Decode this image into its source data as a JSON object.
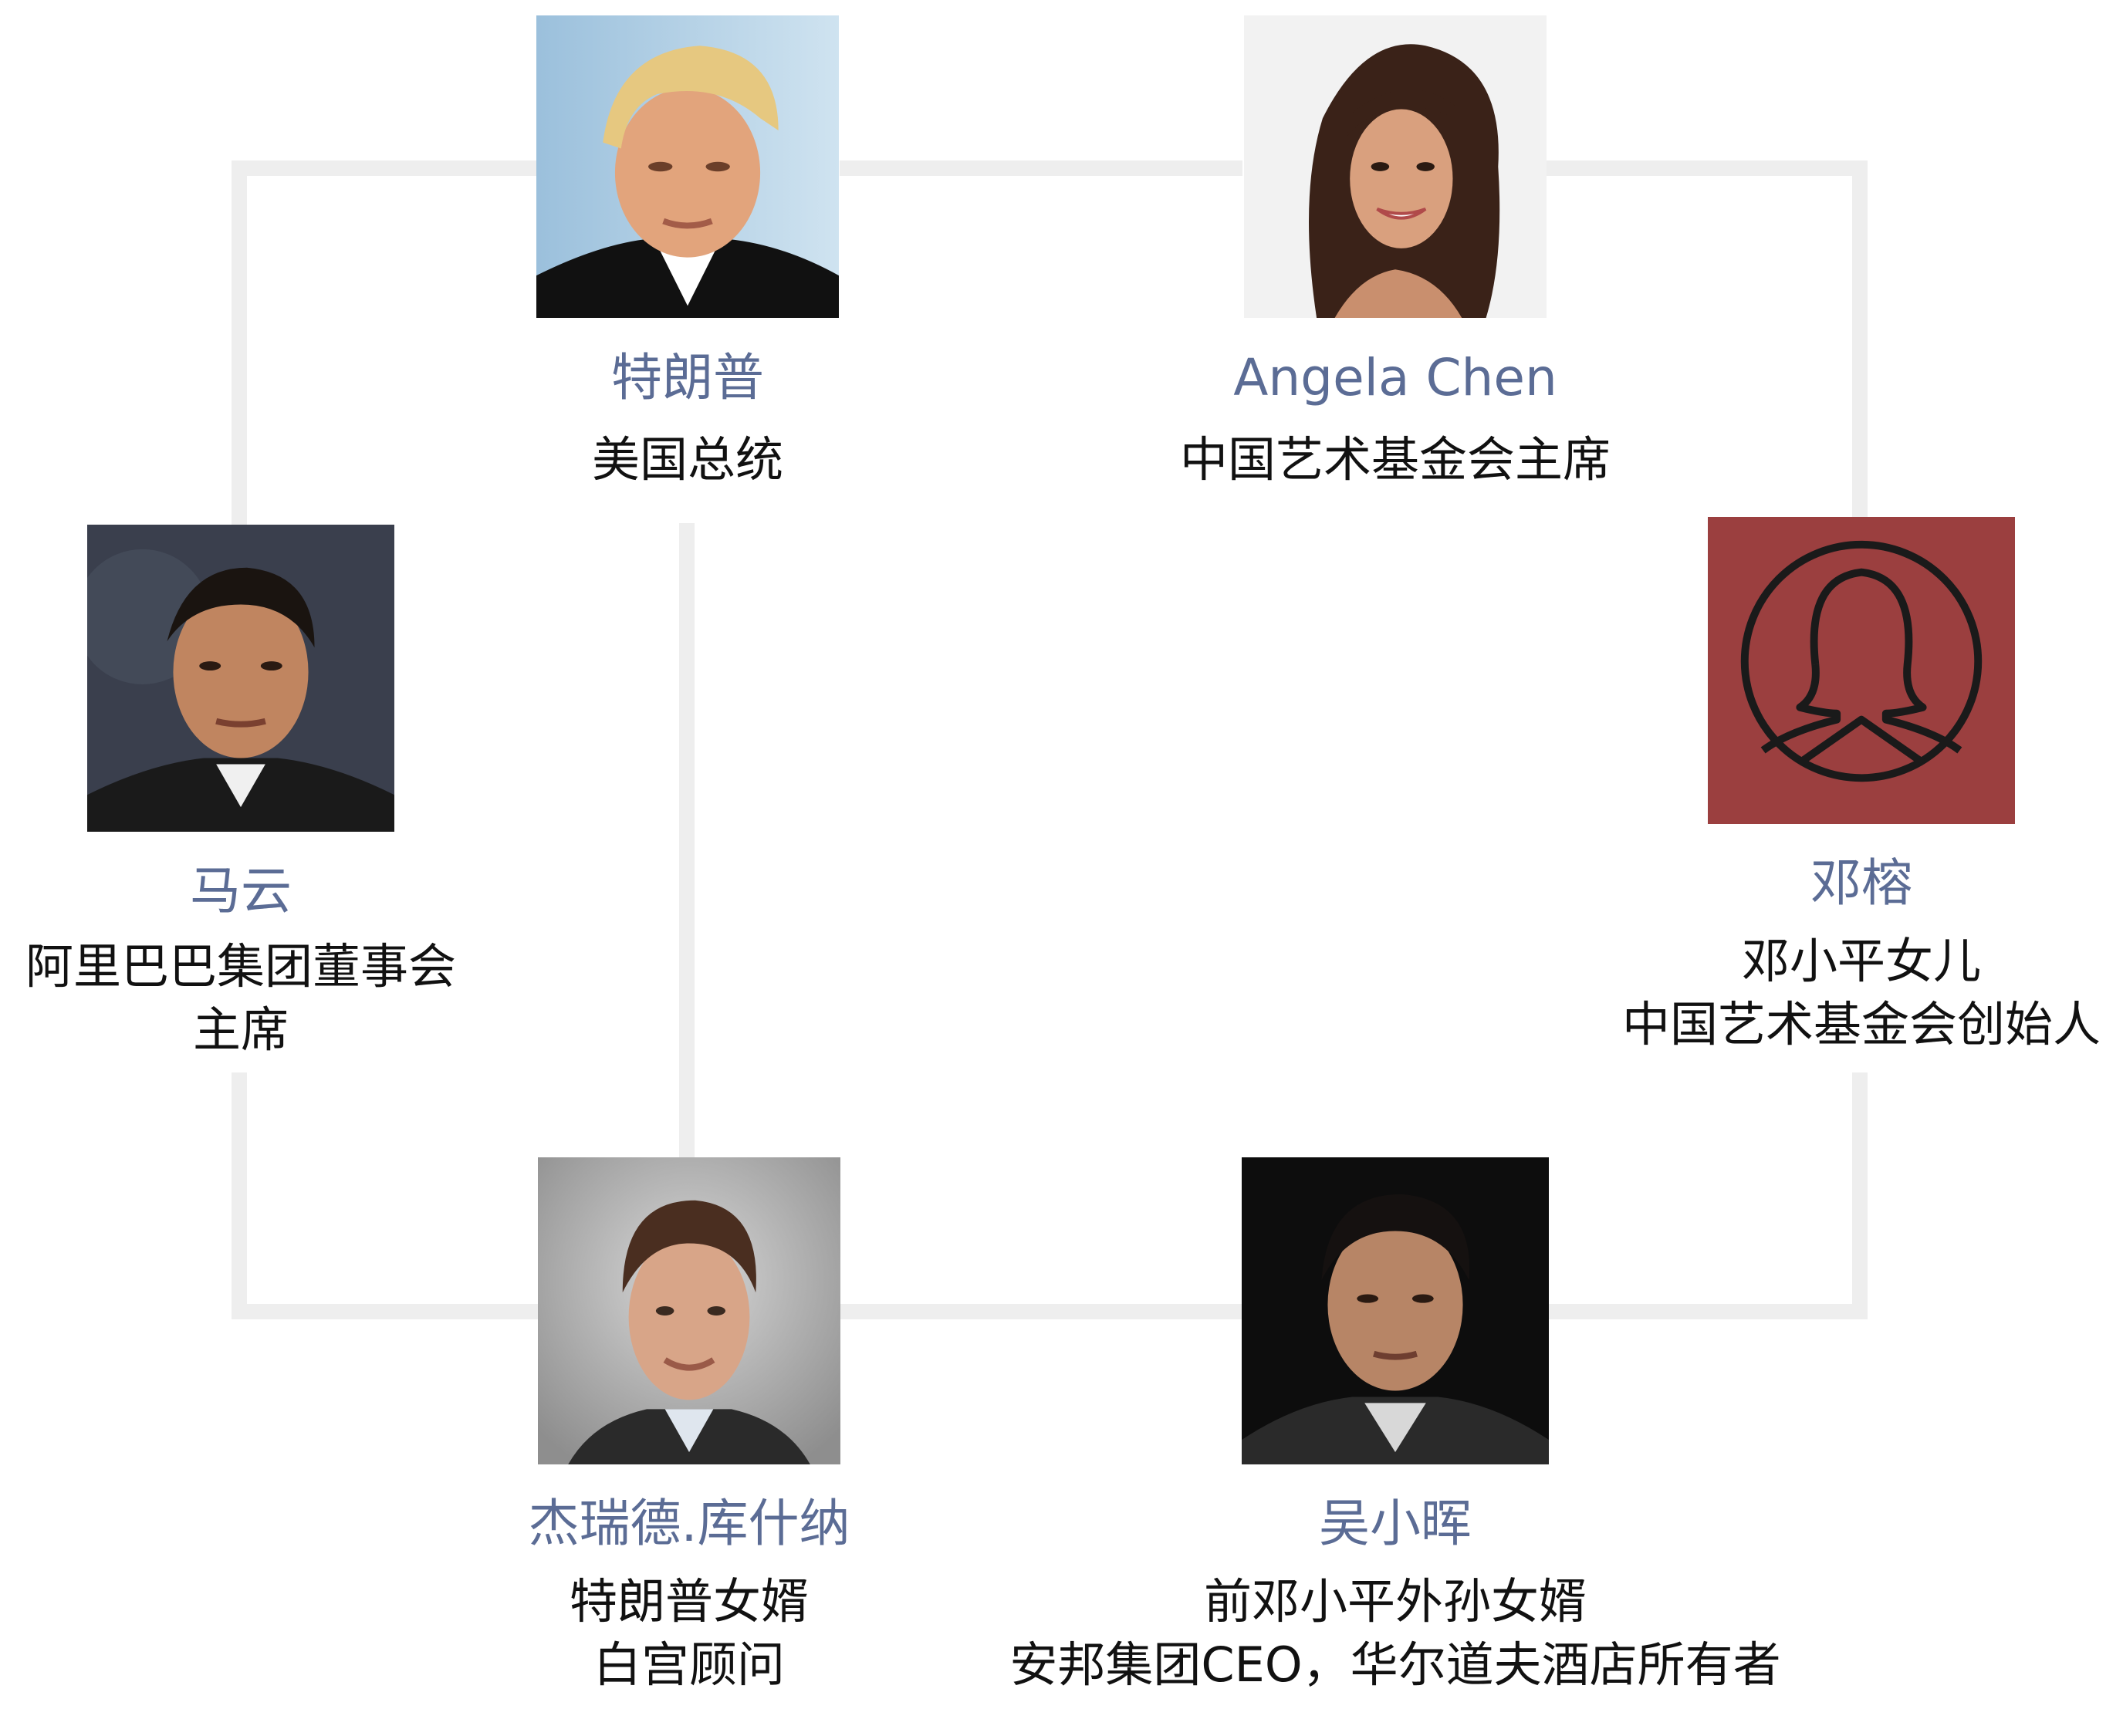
{
  "diagram": {
    "colors": {
      "name_text": "#5b6c95",
      "role_text": "#111111",
      "connector": "#eeeeee",
      "placeholder_bg": "#9b3f3f",
      "placeholder_icon": "#1a1a1a"
    },
    "people": {
      "trump": {
        "name": "特朗普",
        "role_lines": [
          "美国总统"
        ],
        "photo_icon": "portrait-photo"
      },
      "angela": {
        "name": "Angela Chen",
        "role_lines": [
          "中国艺术基金会主席"
        ],
        "photo_icon": "portrait-photo"
      },
      "mayun": {
        "name": "马云",
        "role_lines": [
          "阿里巴巴集团董事会",
          "主席"
        ],
        "photo_icon": "portrait-photo"
      },
      "dengrong": {
        "name": "邓榕",
        "role_lines": [
          "邓小平女儿",
          "中国艺术基金会创始人"
        ],
        "photo_icon": "female-avatar-placeholder-icon"
      },
      "kushner": {
        "name": "杰瑞德.库什纳",
        "role_lines": [
          "特朗普女婿",
          "白宫顾问"
        ],
        "photo_icon": "portrait-photo"
      },
      "wuxiaohui": {
        "name": "吴小晖",
        "role_lines": [
          "前邓小平外孙女婿",
          "安邦集团CEO，华尔道夫酒店所有者"
        ],
        "photo_icon": "portrait-photo"
      }
    }
  }
}
